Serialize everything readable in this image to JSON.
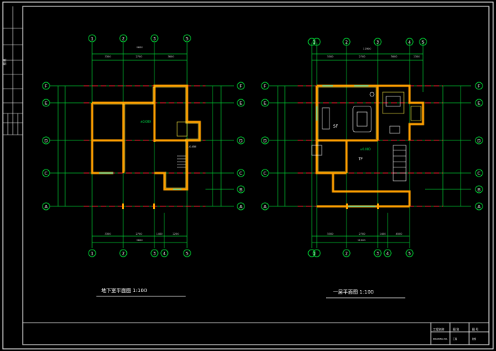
{
  "sheet": {
    "left_title_text": "图 纸",
    "title_block": {
      "cells": [
        "工程名称",
        "图 别",
        "图 号"
      ],
      "subcells": [
        "DRAWING NO.",
        "工程",
        "建施"
      ]
    }
  },
  "plans": [
    {
      "title": "地下室平面图 1:100",
      "axis_numbers_top": [
        "1",
        "2",
        "3",
        "5"
      ],
      "axis_numbers_bottom": [
        "1",
        "2",
        "3",
        "4",
        "5"
      ],
      "axis_letters": [
        "F",
        "E",
        "D",
        "C",
        "A"
      ],
      "axis_letters_right": [
        "F",
        "E",
        "D",
        "C",
        "B",
        "A"
      ],
      "dims_top_total": "9600",
      "dims_top": [
        "3300",
        "2700",
        "3600"
      ],
      "dims_bottom_total": "9600",
      "dims_bottom": [
        "3300",
        "2700",
        "1400",
        "2200"
      ],
      "room_labels": [
        "±0.000",
        "-0.450"
      ]
    },
    {
      "title": "一层平面图 1:100",
      "axis_numbers_top": [
        "1",
        "2",
        "3",
        "4",
        "5",
        "6"
      ],
      "axis_numbers_bottom": [
        "1",
        "2",
        "3",
        "4",
        "5"
      ],
      "axis_letters": [
        "F",
        "E",
        "D",
        "C",
        "A"
      ],
      "axis_letters_right": [
        "F",
        "E",
        "D",
        "C",
        "B",
        "A"
      ],
      "dims_top_total": "11900",
      "dims_top": [
        "3300",
        "2700",
        "3600",
        "2300"
      ],
      "dims_bottom_total": "11900",
      "dims_bottom": [
        "3300",
        "2700",
        "1400",
        "4500"
      ],
      "room_labels": [
        "SF",
        "±0.000",
        "TF"
      ]
    }
  ],
  "colors": {
    "background": "#000000",
    "frame": "#ffffff",
    "wall": "#ffa000",
    "wall_inner": "#ffee44",
    "axis": "#00cc33",
    "center_line": "#ff2030",
    "dim": "#dddddd",
    "window": "#00ffff"
  }
}
